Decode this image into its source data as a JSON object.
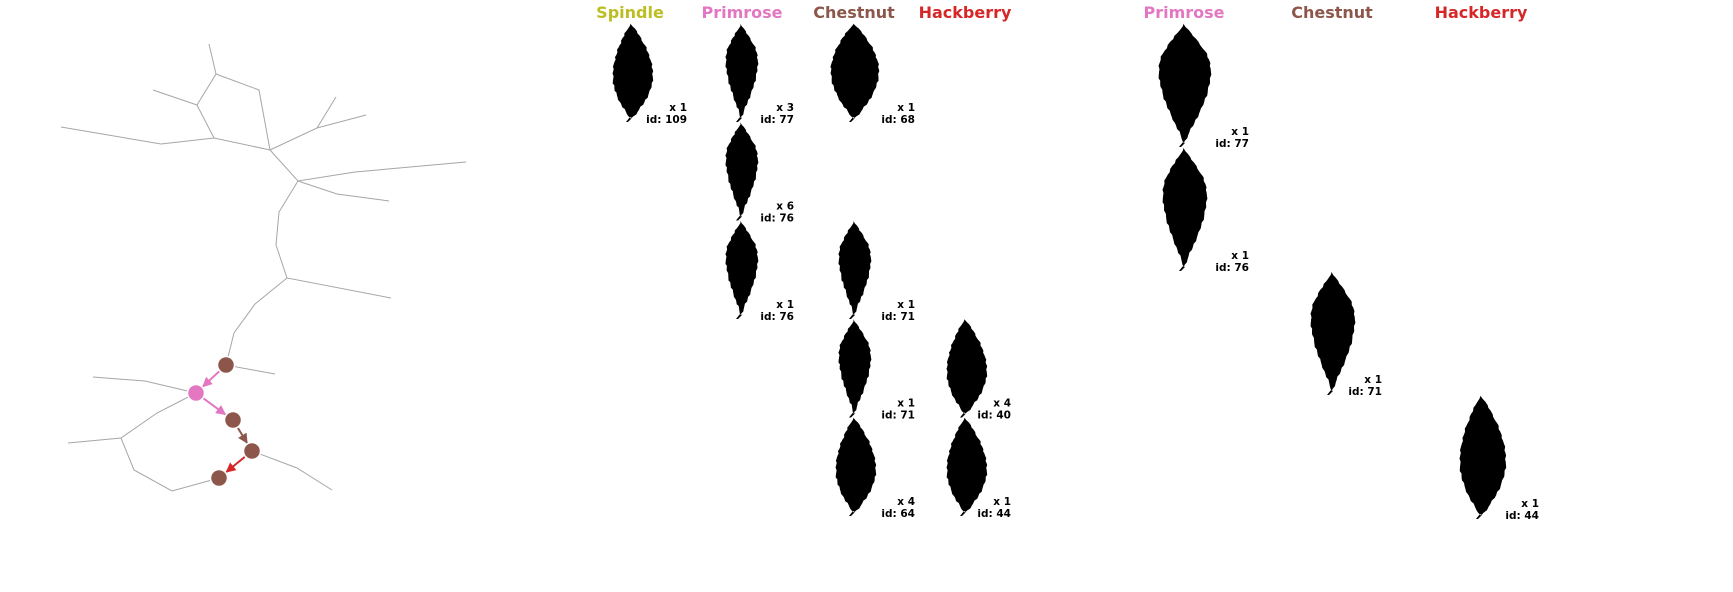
{
  "colors": {
    "Spindle": "#bcbd22",
    "Primrose": "#e377c2",
    "Chestnut": "#8c564b",
    "Hackberry": "#d62728",
    "branch": "#a6a6a6",
    "leaf": "#000000"
  },
  "left_panel": {
    "columns": [
      "Spindle",
      "Primrose",
      "Chestnut",
      "Hackberry"
    ],
    "leaves": [
      {
        "column": "Spindle",
        "row": 0,
        "count": "x 1",
        "id": "id: 109",
        "shape": "broad"
      },
      {
        "column": "Primrose",
        "row": 0,
        "count": "x 3",
        "id": "id: 77",
        "shape": "slim"
      },
      {
        "column": "Primrose",
        "row": 1,
        "count": "x 6",
        "id": "id: 76",
        "shape": "slim"
      },
      {
        "column": "Primrose",
        "row": 2,
        "count": "x 1",
        "id": "id: 76",
        "shape": "slim"
      },
      {
        "column": "Chestnut",
        "row": 0,
        "count": "x 1",
        "id": "id: 68",
        "shape": "oval"
      },
      {
        "column": "Chestnut",
        "row": 2,
        "count": "x 1",
        "id": "id: 71",
        "shape": "slim"
      },
      {
        "column": "Chestnut",
        "row": 3,
        "count": "x 1",
        "id": "id: 71",
        "shape": "slim"
      },
      {
        "column": "Chestnut",
        "row": 4,
        "count": "x 4",
        "id": "id: 64",
        "shape": "broad"
      },
      {
        "column": "Hackberry",
        "row": 3,
        "count": "x 4",
        "id": "id: 40",
        "shape": "broad"
      },
      {
        "column": "Hackberry",
        "row": 4,
        "count": "x 1",
        "id": "id: 44",
        "shape": "broad"
      }
    ]
  },
  "right_panel": {
    "columns": [
      "Primrose",
      "Chestnut",
      "Hackberry"
    ],
    "leaves": [
      {
        "column": "Primrose",
        "step": 0,
        "count": "x 1",
        "id": "id: 77",
        "shape": "slim"
      },
      {
        "column": "Primrose",
        "step": 1,
        "count": "x 1",
        "id": "id: 76",
        "shape": "slim"
      },
      {
        "column": "Chestnut",
        "step": 2,
        "count": "x 1",
        "id": "id: 71",
        "shape": "slim"
      },
      {
        "column": "Hackberry",
        "step": 3,
        "count": "x 1",
        "id": "id: 44",
        "shape": "broad"
      }
    ]
  },
  "path_nodes": [
    {
      "species": "Chestnut"
    },
    {
      "species": "Primrose"
    },
    {
      "species": "Chestnut"
    },
    {
      "species": "Chestnut"
    },
    {
      "species": "Chestnut"
    }
  ],
  "path_arrows": [
    {
      "from": 0,
      "to": 1,
      "species": "Primrose"
    },
    {
      "from": 1,
      "to": 2,
      "species": "Primrose"
    },
    {
      "from": 2,
      "to": 3,
      "species": "Chestnut"
    },
    {
      "from": 3,
      "to": 4,
      "species": "Hackberry"
    }
  ]
}
